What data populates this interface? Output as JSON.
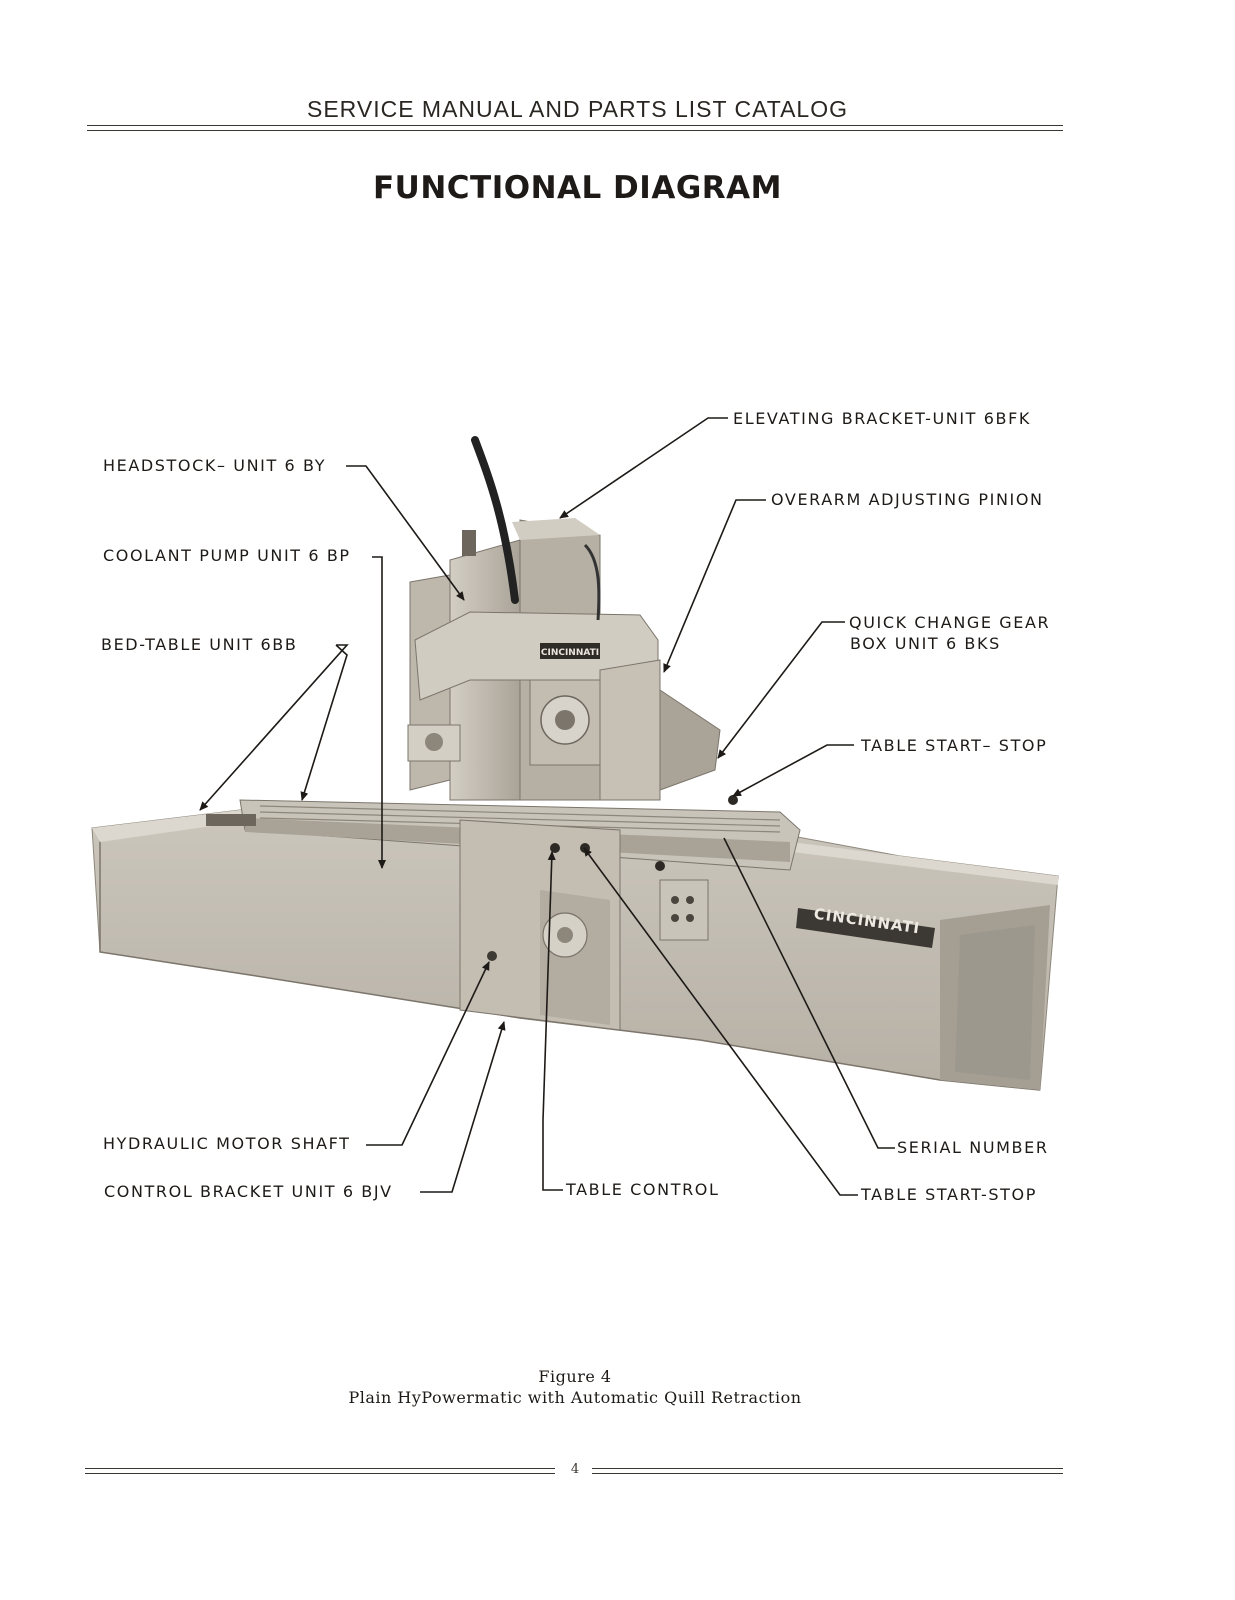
{
  "header": {
    "title": "SERVICE MANUAL AND PARTS LIST CATALOG"
  },
  "page_title": "FUNCTIONAL DIAGRAM",
  "machine_nameplate": "CINCINNATI",
  "callouts": {
    "headstock": "HEADSTOCK– UNIT 6 BY",
    "coolant_pump": "COOLANT  PUMP UNIT 6 BP",
    "bed_table": "BED-TABLE UNIT 6BB",
    "elevating_bracket": "ELEVATING BRACKET-UNIT 6BFK",
    "overarm_pinion": "OVERARM ADJUSTING PINION",
    "quick_change_line1": "QUICK CHANGE GEAR",
    "quick_change_line2": "BOX UNIT 6 BKS",
    "table_start_stop_top": "TABLE START– STOP",
    "hydraulic_motor_shaft": "HYDRAULIC MOTOR SHAFT",
    "control_bracket": "CONTROL BRACKET UNIT 6 BJV",
    "table_control": "TABLE CONTROL",
    "serial_number": "SERIAL NUMBER",
    "table_start_stop_bottom": "TABLE START-STOP"
  },
  "caption": {
    "figure": "Figure 4",
    "description": "Plain HyPowermatic with Automatic Quill Retraction"
  },
  "footer": {
    "page_number": "4"
  }
}
